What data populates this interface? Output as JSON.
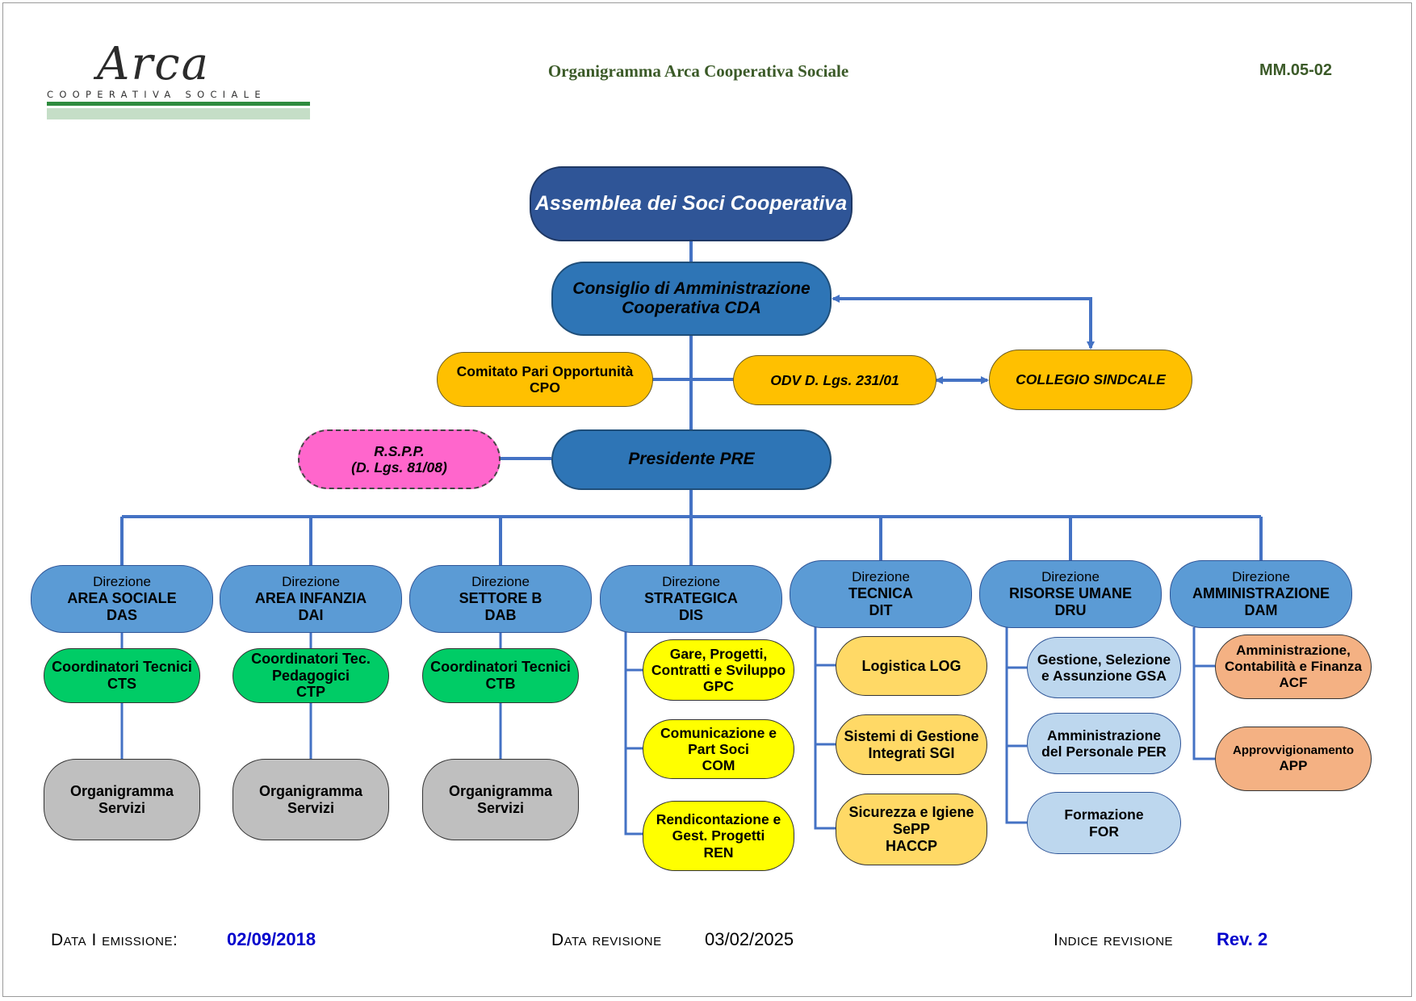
{
  "header": {
    "logo_text": "Arca",
    "logo_subtitle": "COOPERATIVA SOCIALE",
    "title": "Organigramma Arca Cooperativa Sociale",
    "code": "MM.05-02"
  },
  "org": {
    "assemblea": "Assemblea dei Soci Cooperativa",
    "cda": [
      "Consiglio di Amministrazione",
      "Cooperativa CDA"
    ],
    "cpo": [
      "Comitato Pari Opportunità",
      "CPO"
    ],
    "odv": "ODV D. Lgs. 231/01",
    "collegio": "COLLEGIO SINDCALE",
    "rspp": [
      "R.S.P.P.",
      "(D. Lgs. 81/08)"
    ],
    "presidente": "Presidente PRE",
    "direzioni": [
      {
        "kind": "Direzione",
        "name": "AREA SOCIALE",
        "code": "DAS"
      },
      {
        "kind": "Direzione",
        "name": "AREA INFANZIA",
        "code": "DAI"
      },
      {
        "kind": "Direzione",
        "name": "SETTORE B",
        "code": "DAB"
      },
      {
        "kind": "Direzione",
        "name": "STRATEGICA",
        "code": "DIS"
      },
      {
        "kind": "Direzione",
        "name": "TECNICA",
        "code": "DIT"
      },
      {
        "kind": "Direzione",
        "name": "RISORSE UMANE",
        "code": "DRU"
      },
      {
        "kind": "Direzione",
        "name": "AMMINISTRAZIONE",
        "code": "DAM"
      }
    ],
    "coordinatori": [
      [
        "Coordinatori Tecnici",
        "CTS"
      ],
      [
        "Coordinatori Tec.",
        "Pedagogici",
        "CTP"
      ],
      [
        "Coordinatori Tecnici",
        "CTB"
      ]
    ],
    "servizi": [
      [
        "Organigramma",
        "Servizi"
      ],
      [
        "Organigramma",
        "Servizi"
      ],
      [
        "Organigramma",
        "Servizi"
      ]
    ],
    "strategica_units": [
      [
        "Gare, Progetti,",
        "Contratti e Sviluppo",
        "GPC"
      ],
      [
        "Comunicazione e",
        "Part Soci",
        "COM"
      ],
      [
        "Rendicontazione e",
        "Gest. Progetti",
        "REN"
      ]
    ],
    "tecnica_units": [
      [
        "Logistica LOG"
      ],
      [
        "Sistemi di Gestione",
        "Integrati SGI"
      ],
      [
        "Sicurezza e Igiene",
        "SePP",
        "HACCP"
      ]
    ],
    "risorse_units": [
      [
        "Gestione, Selezione",
        "e Assunzione GSA"
      ],
      [
        "Amministrazione",
        "del Personale PER"
      ],
      [
        "Formazione",
        "FOR"
      ]
    ],
    "amministrazione_units": [
      [
        "Amministrazione,",
        "Contabilità e Finanza",
        "ACF"
      ],
      [
        "Approvvigionamento",
        "APP"
      ]
    ]
  },
  "footer": {
    "emissione_label": "Data I emissione:",
    "emissione_value": "02/09/2018",
    "revisione_label": "Data revisione",
    "revisione_value": "03/02/2025",
    "indice_label": "Indice revisione",
    "indice_value": "Rev. 2"
  },
  "colors": {
    "line": "#4472c4",
    "navy": "#2f5597",
    "direzione": "#5b9bd5",
    "gold": "#ffc000",
    "green": "#00cc66",
    "grey": "#bfbfbf",
    "yellow": "#ffff00",
    "peach": "#ffd966",
    "light_blue": "#bdd7ee",
    "salmon": "#f4b183",
    "pink": "#ff66cc"
  }
}
